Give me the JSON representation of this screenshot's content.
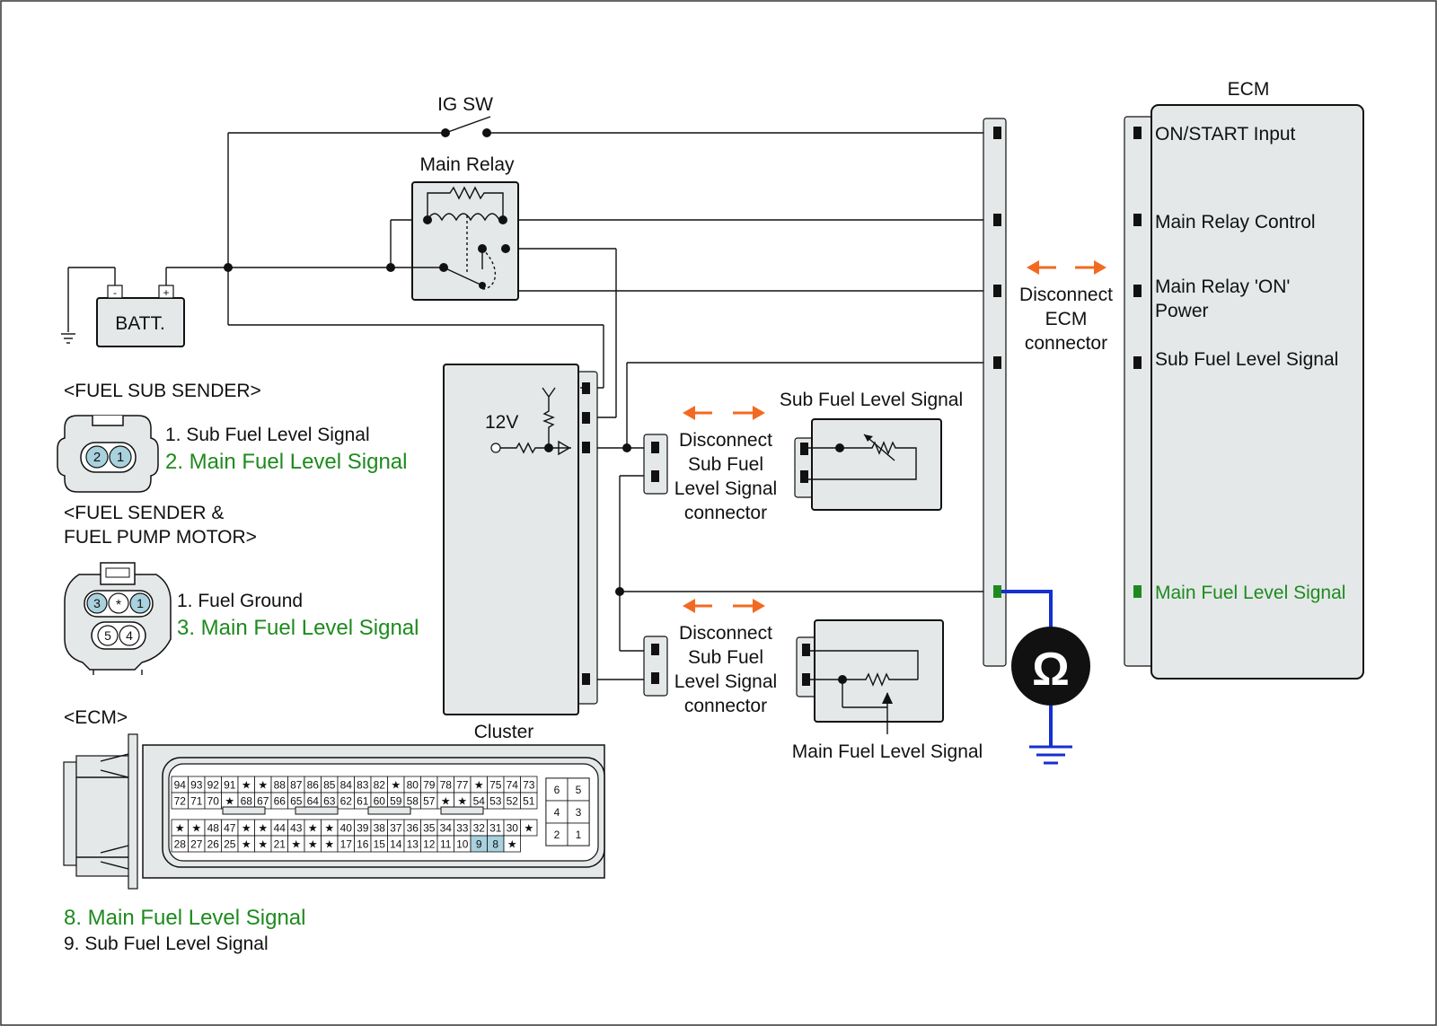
{
  "colors": {
    "accent_orange": "#f26a21",
    "meter_wire": "#1530d0",
    "signal_green": "#1e8a1e",
    "component_fill": "#e4e8e9"
  },
  "labels": {
    "ig_sw": "IG SW",
    "main_relay": "Main Relay",
    "batt": "BATT.",
    "batt_minus": "-",
    "batt_plus": "+",
    "v12": "12V",
    "cluster": "Cluster",
    "sub_sender_title": "Sub Fuel Level Signal",
    "main_sender_title": "Main Fuel Level Signal",
    "disconnect_sub_1": [
      "Disconnect",
      "Sub Fuel",
      "Level Signal",
      "connector"
    ],
    "disconnect_sub_2": [
      "Disconnect",
      "Sub Fuel",
      "Level Signal",
      "connector"
    ],
    "disconnect_ecm": [
      "Disconnect",
      "ECM",
      "connector"
    ],
    "ohm_symbol": "Ω"
  },
  "ecm": {
    "title": "ECM",
    "pins": [
      {
        "label": "ON/START Input",
        "highlight": false
      },
      {
        "label": "Main Relay Control",
        "highlight": false
      },
      {
        "label": "Main Relay 'ON'",
        "label2": "Power",
        "highlight": false
      },
      {
        "label": "Sub Fuel Level Signal",
        "highlight": false
      },
      {
        "label": "Main Fuel Level Signal",
        "highlight": true
      }
    ]
  },
  "fuel_sub_sender": {
    "title": "<FUEL SUB SENDER>",
    "pins": [
      "2",
      "1"
    ],
    "items": [
      {
        "text": "1. Sub Fuel Level Signal",
        "highlight": false
      },
      {
        "text": "2. Main Fuel Level Signal",
        "highlight": true
      }
    ]
  },
  "fuel_sender": {
    "title_line1": "<FUEL SENDER &",
    "title_line2": "FUEL PUMP MOTOR>",
    "pins": [
      "3",
      "*",
      "1",
      "5",
      "4"
    ],
    "items": [
      {
        "text": "1. Fuel Ground",
        "highlight": false
      },
      {
        "text": "3. Main Fuel Level Signal",
        "highlight": true
      }
    ]
  },
  "ecm_connector": {
    "title": "<ECM>",
    "row1": [
      "94",
      "93",
      "92",
      "91",
      "★",
      "★",
      "88",
      "87",
      "86",
      "85",
      "84",
      "83",
      "82",
      "★",
      "80",
      "79",
      "78",
      "77",
      "★",
      "75",
      "74",
      "73"
    ],
    "row2": [
      "72",
      "71",
      "70",
      "★",
      "68",
      "67",
      "66",
      "65",
      "64",
      "63",
      "62",
      "61",
      "60",
      "59",
      "58",
      "57",
      "★",
      "★",
      "54",
      "53",
      "52",
      "51"
    ],
    "row3": [
      "★",
      "★",
      "48",
      "47",
      "★",
      "★",
      "44",
      "43",
      "★",
      "★",
      "40",
      "39",
      "38",
      "37",
      "36",
      "35",
      "34",
      "33",
      "32",
      "31",
      "30",
      "★"
    ],
    "row4": [
      "28",
      "27",
      "26",
      "25",
      "★",
      "★",
      "21",
      "★",
      "★",
      "★",
      "17",
      "16",
      "15",
      "14",
      "13",
      "12",
      "11",
      "10",
      "9",
      "8",
      "★"
    ],
    "highlighted_pins": [
      "8",
      "9"
    ],
    "small_block": [
      "6",
      "5",
      "4",
      "3",
      "2",
      "1"
    ],
    "items": [
      {
        "text": "8. Main Fuel Level Signal",
        "highlight": true
      },
      {
        "text": "9. Sub Fuel Level Signal",
        "highlight": false
      }
    ]
  }
}
